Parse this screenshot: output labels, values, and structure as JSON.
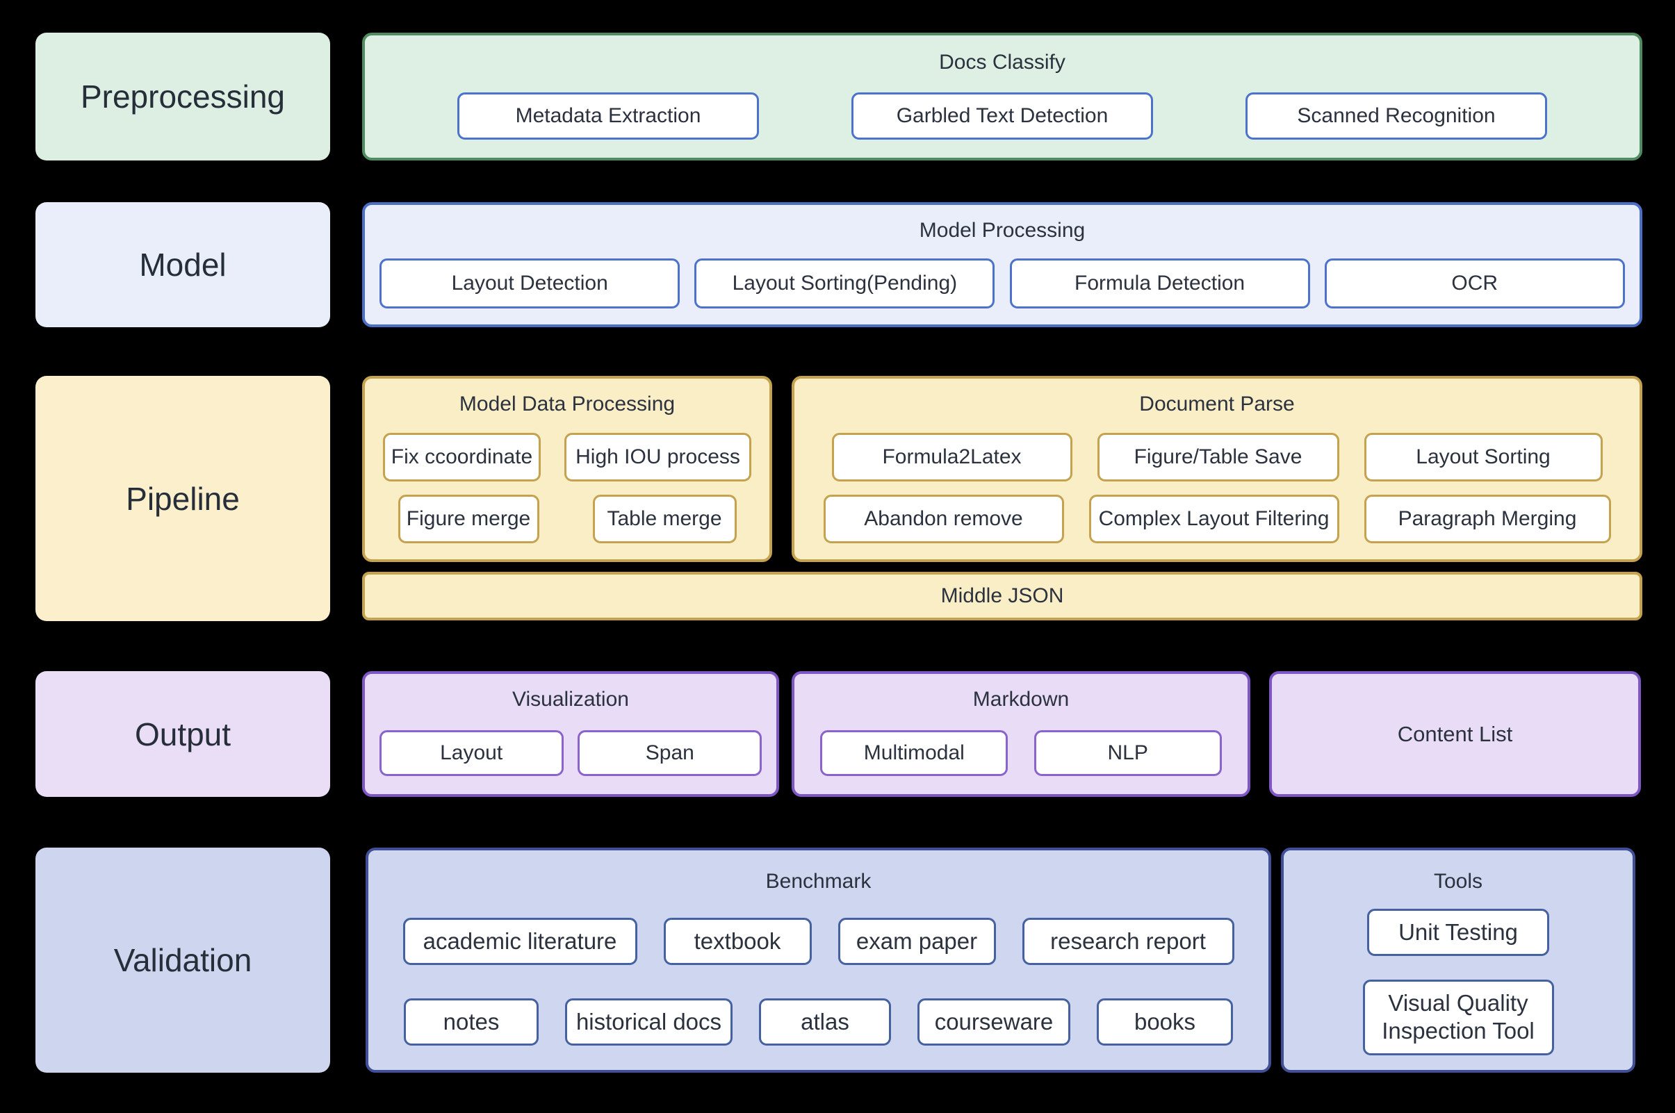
{
  "diagram": {
    "text_color": "#2b323e",
    "label_text_color": "#262e3a",
    "background": "#000000",
    "rows": [
      {
        "label": "Preprocessing",
        "theme": {
          "label_bg": "#dcefe2",
          "container_bg": "#ddf0e3",
          "container_border": "#4f8d60",
          "box_border": "#4d72cc"
        },
        "containers": [
          {
            "title": "Docs Classify",
            "box_rows": [
              [
                "Metadata Extraction",
                "Garbled Text Detection",
                "Scanned Recognition"
              ]
            ]
          }
        ]
      },
      {
        "label": "Model",
        "theme": {
          "label_bg": "#e9eefa",
          "container_bg": "#e9eefa",
          "container_border": "#4b6fc7",
          "box_border": "#4d72cc"
        },
        "containers": [
          {
            "title": "Model Processing",
            "box_rows": [
              [
                "Layout Detection",
                "Layout Sorting(Pending)",
                "Formula Detection",
                "OCR"
              ]
            ]
          }
        ]
      },
      {
        "label": "Pipeline",
        "theme": {
          "label_bg": "#fbf0cb",
          "container_bg": "#faeec7",
          "container_border": "#c5a24e",
          "box_border": "#c5a24e"
        },
        "containers": [
          {
            "title": "Model Data Processing",
            "box_rows": [
              [
                "Fix ccoordinate",
                "High IOU process"
              ],
              [
                "Figure merge",
                "Table merge"
              ]
            ]
          },
          {
            "title": "Document Parse",
            "box_rows": [
              [
                "Formula2Latex",
                "Figure/Table Save",
                "Layout Sorting"
              ],
              [
                "Abandon remove",
                "Complex Layout Filtering",
                "Paragraph Merging"
              ]
            ]
          }
        ],
        "bar": "Middle JSON"
      },
      {
        "label": "Output",
        "theme": {
          "label_bg": "#e9def6",
          "container_bg": "#e9dcf7",
          "container_border": "#7e57c4",
          "box_border": "#8a64cc"
        },
        "containers": [
          {
            "title": "Visualization",
            "box_rows": [
              [
                "Layout",
                "Span"
              ]
            ]
          },
          {
            "title": "Markdown",
            "box_rows": [
              [
                "Multimodal",
                "NLP"
              ]
            ]
          },
          {
            "text": "Content List"
          }
        ]
      },
      {
        "label": "Validation",
        "theme": {
          "label_bg": "#ced5ee",
          "container_bg": "#cfd6f0",
          "container_border": "#414f97",
          "box_border": "#45619f"
        },
        "containers": [
          {
            "title": "Benchmark",
            "box_rows": [
              [
                "academic literature",
                "textbook",
                "exam paper",
                "research report"
              ],
              [
                "notes",
                "historical docs",
                "atlas",
                "courseware",
                "books"
              ]
            ]
          },
          {
            "title": "Tools",
            "box_rows": [
              [
                "Unit Testing"
              ],
              [
                "Visual Quality Inspection Tool"
              ]
            ]
          }
        ]
      }
    ]
  }
}
